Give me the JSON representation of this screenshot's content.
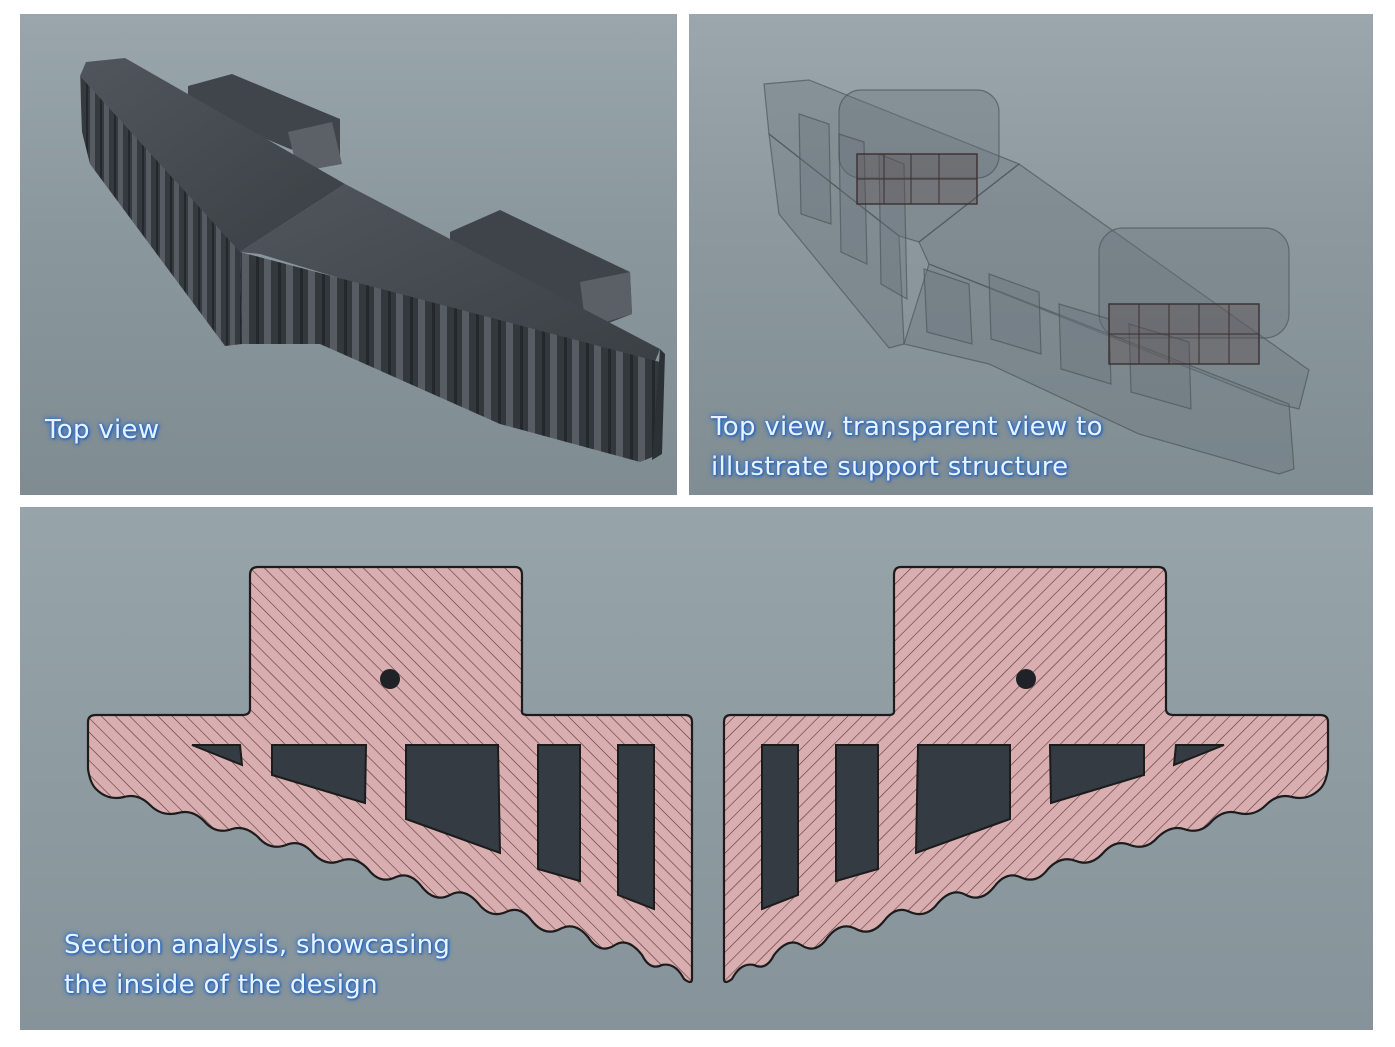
{
  "panels": {
    "top_left": {
      "caption": "Top view"
    },
    "top_right": {
      "caption": "Top view, transparent view to\nillustrate support structure"
    },
    "bottom": {
      "caption": "Section analysis, showcasing\nthe inside of the design"
    }
  },
  "colors": {
    "background_gray": "#8f9ca2",
    "part_dark": "#3d4247",
    "section_fill": "#d9aeb0",
    "section_hatch": "#5a3438",
    "cavity_fill": "#353b42",
    "caption_glow": "#2a6fd1"
  }
}
